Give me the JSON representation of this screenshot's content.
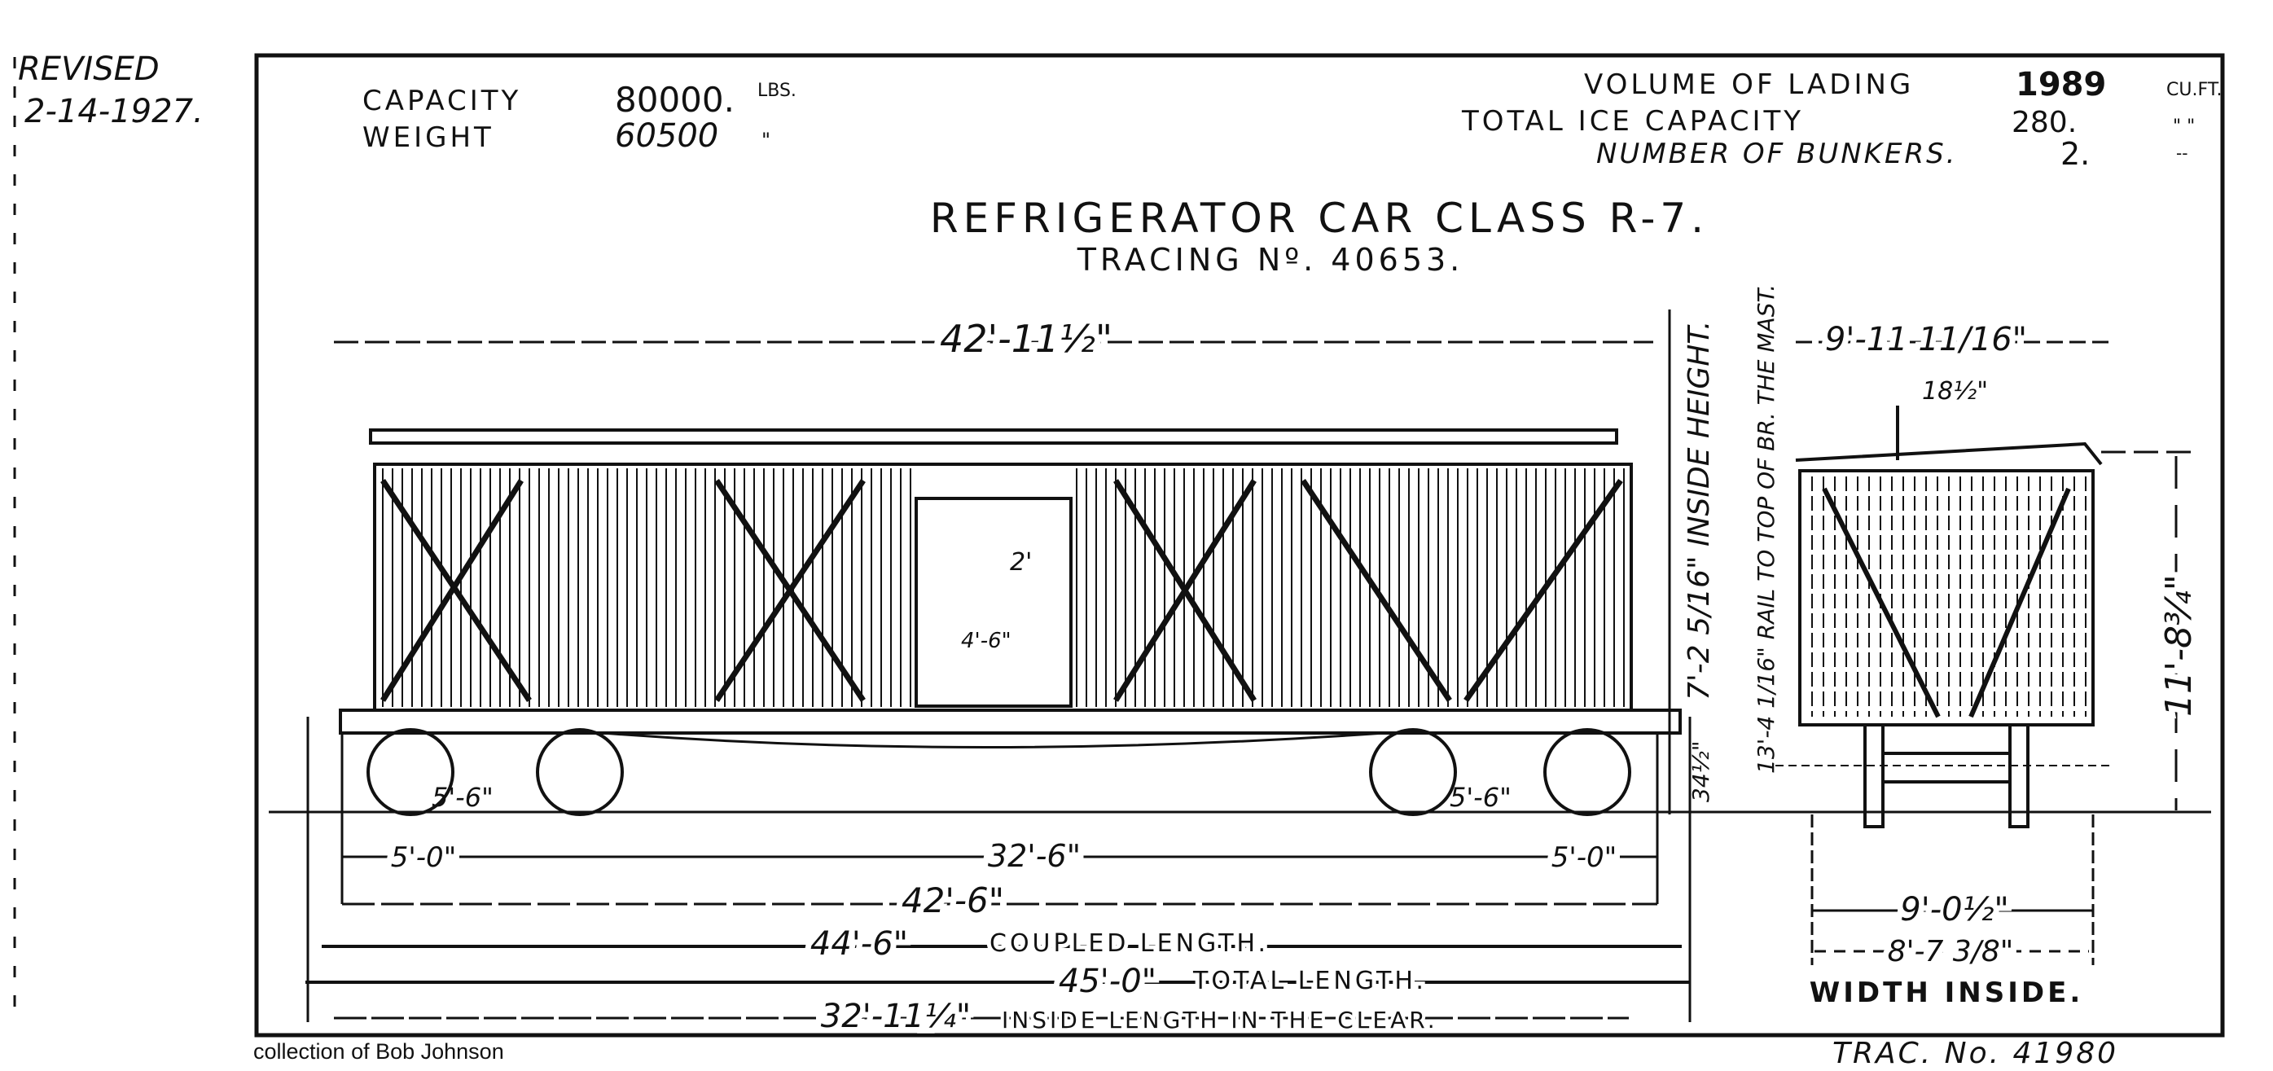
{
  "revision": {
    "label": "REVISED",
    "date": "2-14-1927."
  },
  "specs_left": {
    "capacity_label": "CAPACITY",
    "capacity_value": "80000.",
    "capacity_unit": "LBS.",
    "weight_label": "WEIGHT",
    "weight_value": "60500",
    "weight_unit": "\""
  },
  "specs_right": {
    "volume_label": "VOLUME OF LADING",
    "volume_value": "1989",
    "volume_unit": "CU.FT.",
    "ice_label": "TOTAL ICE CAPACITY",
    "ice_value": "280.",
    "ice_unit": "\" \"",
    "bunkers_label": "NUMBER OF BUNKERS.",
    "bunkers_value": "2.",
    "bunkers_unit": "--"
  },
  "title": "REFRIGERATOR CAR CLASS R-7.",
  "tracing": "TRACING Nº. 40653.",
  "dimensions": {
    "top_length": "42'-11½\"",
    "truck_end_left": "5'-0\"",
    "truck_centers": "32'-6\"",
    "truck_end_right": "5'-0\"",
    "wheelbase_left": "5'-6\"",
    "wheelbase_right": "5'-6\"",
    "body_length": "42'-6\"",
    "coupled_length": "44'-6\"",
    "coupled_label": "COUPLED LENGTH.",
    "total_length": "45'-0\"",
    "total_label": "TOTAL LENGTH.",
    "inside_length": "32'-11¼\"",
    "inside_label": "INSIDE LENGTH IN THE CLEAR.",
    "inside_height": "7'-2 5/16\" INSIDE HEIGHT.",
    "rail_to_brake": "13'-4 1/16\" RAIL TO TOP OF BR. THE MAST.",
    "coupler_height": "34½\"",
    "end_width": "9'-11 11/16\"",
    "end_offset": "18½\"",
    "end_height": "11'-8¾\"",
    "door_width": "4'-6\"",
    "door_height": "2'",
    "width_over": "9'-0½\"",
    "width_inside_value": "8'-7 3/8\"",
    "width_inside_label": "WIDTH INSIDE."
  },
  "trac_number": "TRAC. No. 41980",
  "credit": "collection of Bob Johnson"
}
